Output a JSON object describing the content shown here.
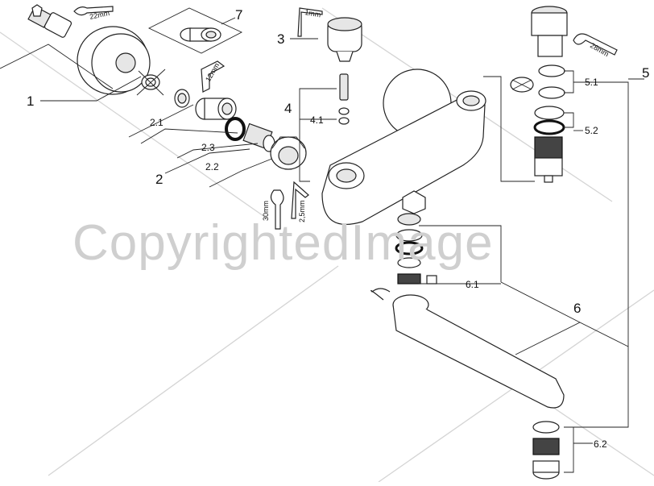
{
  "watermark": "CopyrightedImage",
  "callouts": {
    "c1": "1",
    "c2": "2",
    "c21": "2.1",
    "c22": "2.2",
    "c23": "2.3",
    "c3": "3",
    "c4": "4",
    "c41": "4.1",
    "c5": "5",
    "c51": "5.1",
    "c52": "5.2",
    "c6": "6",
    "c61": "6.1",
    "c62": "6.2",
    "c7": "7"
  },
  "tool_labels": {
    "wrench_22": "22mm",
    "hex_12": "12mm",
    "hex_1": "1mm",
    "wrench_30": "30mm",
    "hex_25": "2,5mm",
    "wrench_28": "28mm"
  }
}
